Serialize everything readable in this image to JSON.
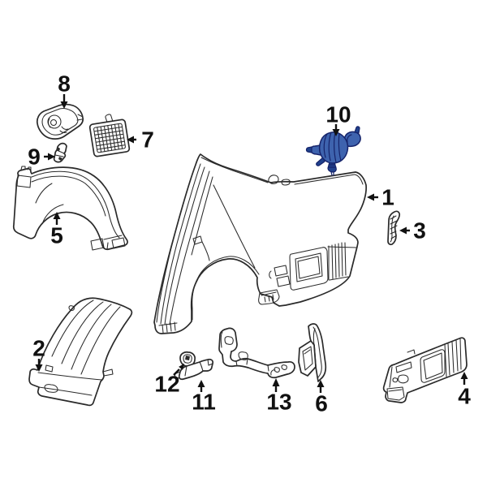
{
  "diagram": {
    "background_color": "#ffffff",
    "line_color": "#2a2a2a",
    "label_color": "#111111",
    "highlighted_callout": "10",
    "highlight": {
      "fill": "#3E63AE",
      "fill_dark": "#20418C",
      "outline": "#16246B"
    }
  },
  "callouts": [
    {
      "label": "1"
    },
    {
      "label": "2"
    },
    {
      "label": "3"
    },
    {
      "label": "4"
    },
    {
      "label": "5"
    },
    {
      "label": "6"
    },
    {
      "label": "7"
    },
    {
      "label": "8"
    },
    {
      "label": "9"
    },
    {
      "label": "10"
    },
    {
      "label": "11"
    },
    {
      "label": "12"
    },
    {
      "label": "13"
    }
  ]
}
